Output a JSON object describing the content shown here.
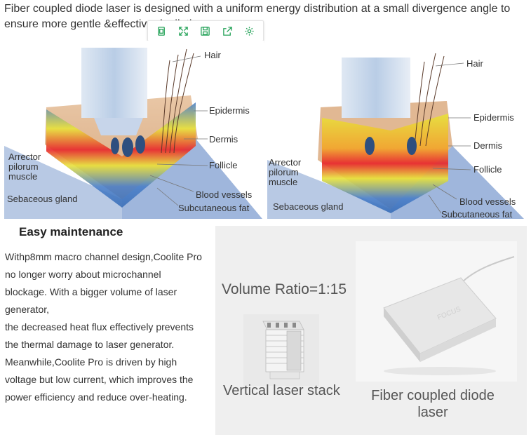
{
  "intro": "Fiber coupled diode laser is designed with a uniform energy distribution at a small divergence angle to ensure more gentle &effective depilation",
  "toolbar": {
    "buttons": [
      "copy-icon",
      "expand-icon",
      "save-icon",
      "share-icon",
      "settings-icon"
    ],
    "accent": "#27a35a"
  },
  "diagram_left": {
    "labels": {
      "hair": "Hair",
      "epidermis": "Epidermis",
      "dermis": "Dermis",
      "follicle": "Follicle",
      "arrector": [
        "Arrector",
        "pilorum",
        "muscle"
      ],
      "sebaceous": "Sebaceous gland",
      "blood": "Blood vessels",
      "fat": "Subcutaneous fat"
    }
  },
  "diagram_right": {
    "labels": {
      "hair": "Hair",
      "epidermis": "Epidermis",
      "dermis": "Dermis",
      "follicle": "Follicle",
      "arrector": [
        "Arrector",
        "pilorum",
        "muscle"
      ],
      "sebaceous": "Sebaceous gland",
      "blood": "Blood vessels",
      "fat": "Subcutaneous fat"
    }
  },
  "maintenance": {
    "title": "Easy maintenance",
    "lines": [
      "Withp8mm macro channel design,Coolite Pro",
      "no longer worry about microchannel",
      "blockage. With a bigger volume of laser",
      "generator,",
      "the decreased heat flux effectively prevents",
      "the thermal damage to laser generator.",
      "Meanwhile,Coolite Pro is driven by high",
      "voltage but low current, which improves the",
      "power efficiency and reduce over-heating."
    ]
  },
  "products": {
    "volume_ratio": "Volume Ratio=1:15",
    "stack_caption": "Vertical laser stack",
    "diode_caption": [
      "Fiber coupled diode",
      "laser"
    ]
  }
}
